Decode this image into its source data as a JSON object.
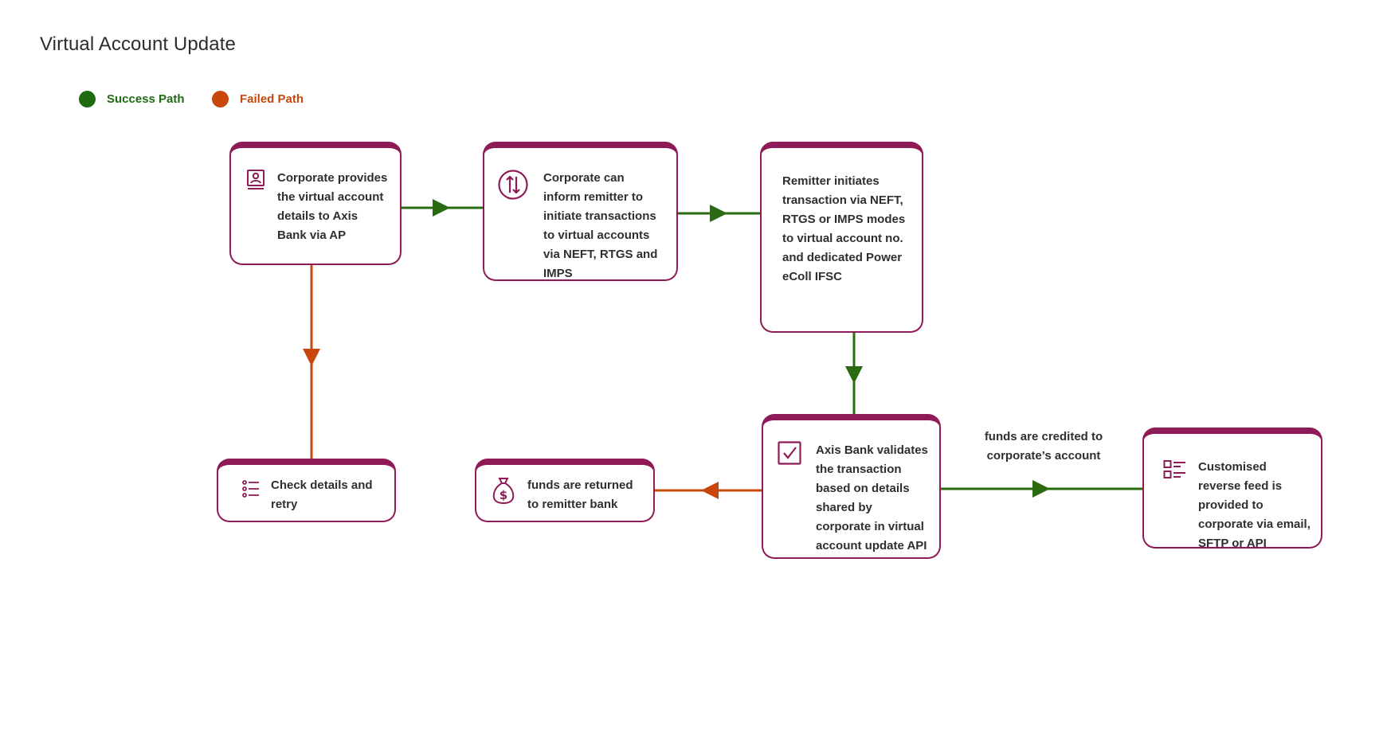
{
  "title": "Virtual Account Update",
  "legend": {
    "success": {
      "label": "Success Path",
      "color": "#1f6b12"
    },
    "failed": {
      "label": "Failed Path",
      "color": "#c7470d"
    }
  },
  "colors": {
    "node_border": "#8e1b57",
    "success": "#2a6b12",
    "failed": "#c7470d"
  },
  "nodes": {
    "provide_details": {
      "text": "Corporate provides the virtual account details to Axis Bank via AP",
      "icon": "id-card-icon"
    },
    "inform_remitter": {
      "text": "Corporate can inform remitter to initiate transactions to virtual accounts via NEFT, RTGS and IMPS",
      "icon": "transfer-arrows-icon"
    },
    "remitter_initiates": {
      "text": "Remitter initiates transaction via NEFT, RTGS or IMPS modes to virtual account no. and dedicated Power eColl IFSC"
    },
    "check_retry": {
      "text": "Check details and retry",
      "icon": "checklist-icon"
    },
    "funds_returned": {
      "text": "funds are returned to remitter bank",
      "icon": "money-bag-icon"
    },
    "axis_validates": {
      "text": "Axis Bank validates the transaction based on details shared by corporate in virtual account update API",
      "icon": "checkbox-icon"
    },
    "reverse_feed": {
      "text": "Customised reverse feed is provided to corporate via email, SFTP or API",
      "icon": "list-grid-icon"
    }
  },
  "edges": {
    "credited_label": "funds are credited to corporate’s account"
  }
}
